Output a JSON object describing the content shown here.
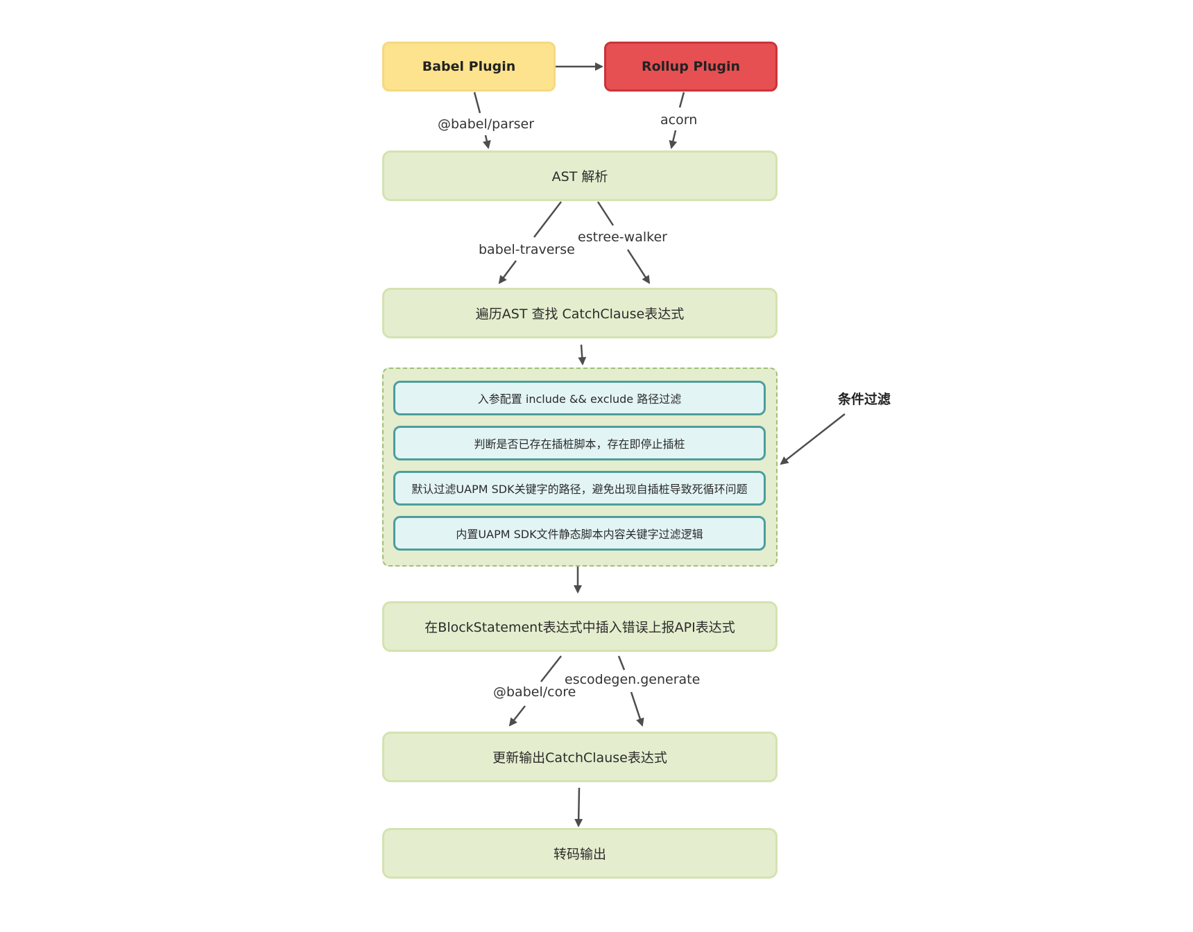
{
  "nodes": {
    "babel_plugin": "Babel Plugin",
    "rollup_plugin": "Rollup Plugin",
    "ast_parse": "AST 解析",
    "traverse_ast": "遍历AST 查找 CatchClause表达式",
    "filter_1": "入参配置 include && exclude 路径过滤",
    "filter_2": "判断是否已存在插桩脚本，存在即停止插桩",
    "filter_3": "默认过滤UAPM SDK关键字的路径，避免出现自插桩导致死循环问题",
    "filter_4": "内置UAPM SDK文件静态脚本内容关键字过滤逻辑",
    "insert_api": "在BlockStatement表达式中插入错误上报API表达式",
    "update_output": "更新输出CatchClause表达式",
    "transcode_output": "转码输出"
  },
  "edge_labels": {
    "babel_parser": "@babel/parser",
    "acorn": "acorn",
    "babel_traverse": "babel-traverse",
    "estree_walker": "estree-walker",
    "babel_core": "@babel/core",
    "escodegen": "escodegen.generate"
  },
  "annotations": {
    "condition_filter": "条件过滤"
  },
  "colors": {
    "node_fill": "#e4edcd",
    "sub_node_fill": "#e3f4f4",
    "sub_node_border": "#4b9e9d",
    "babel_fill": "#fde38e",
    "rollup_fill": "#e65052",
    "arrow": "#4d4d4d"
  }
}
